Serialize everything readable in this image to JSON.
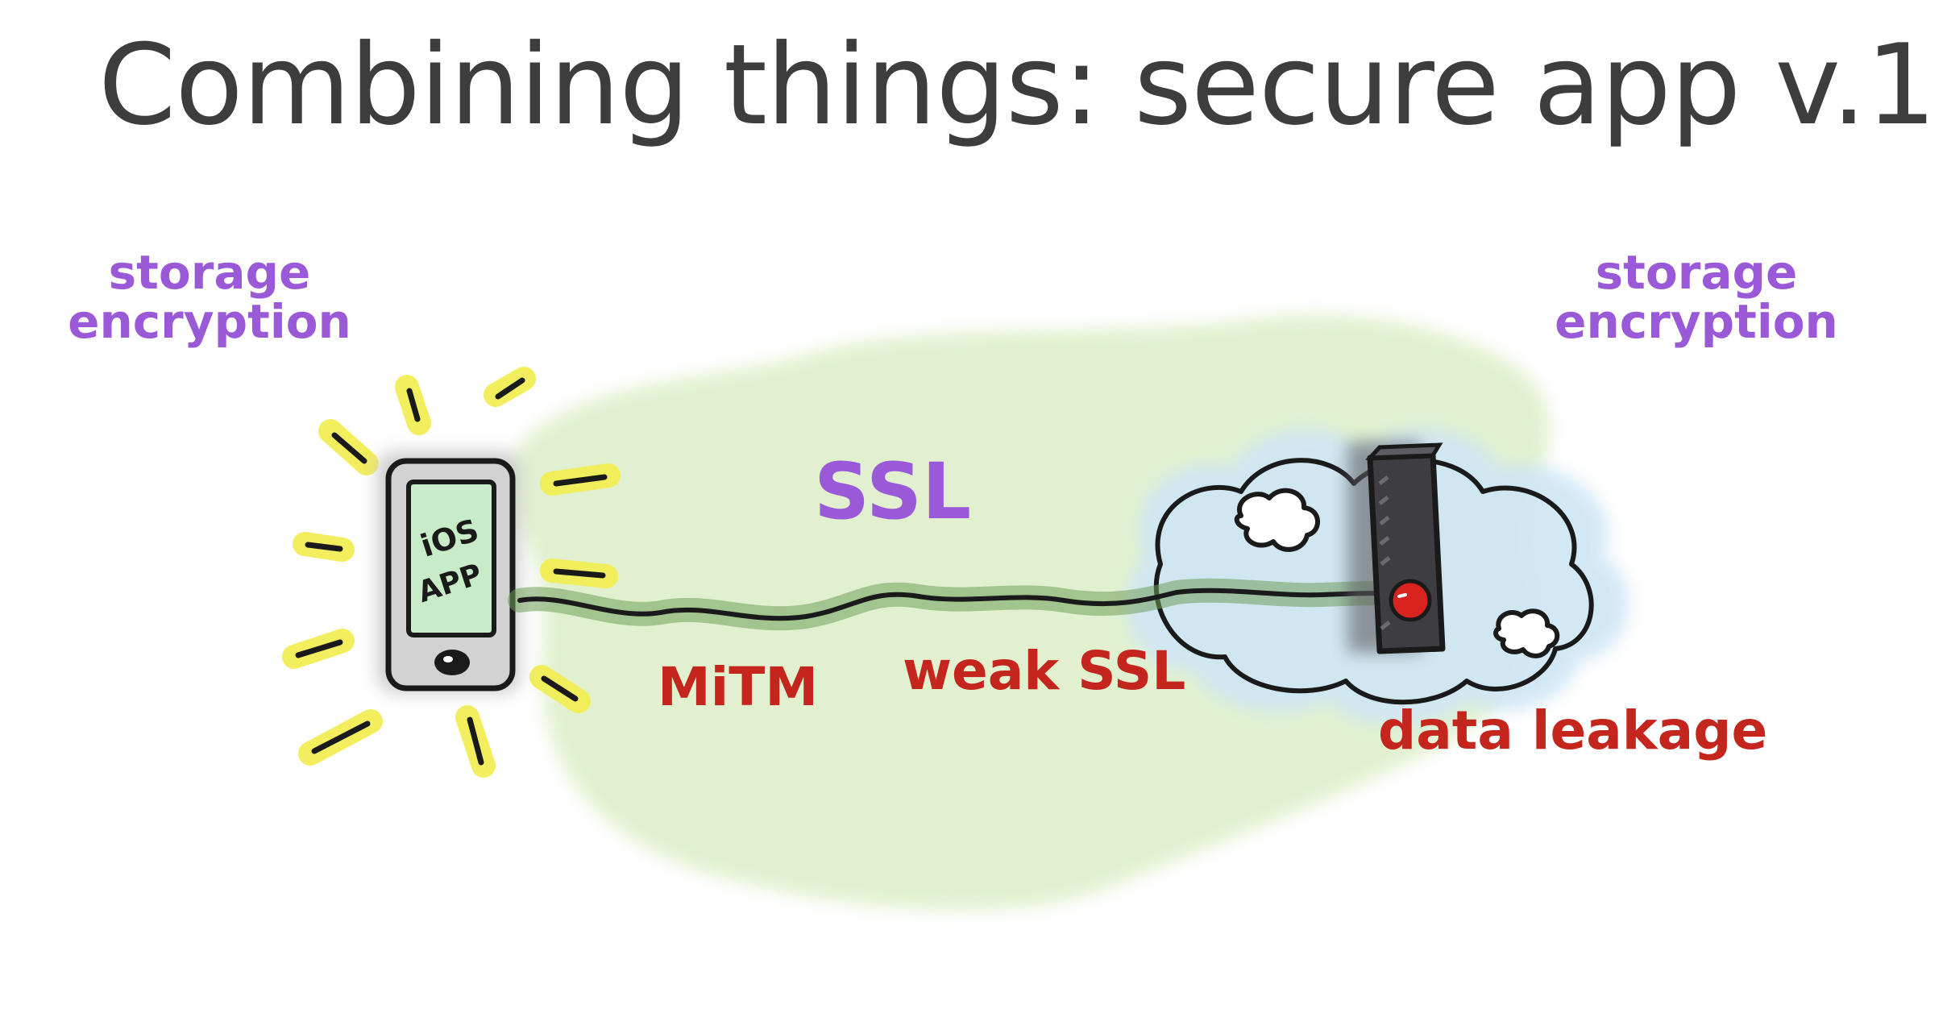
{
  "slide": {
    "title": "Combining things: secure app v.1"
  },
  "labels": {
    "storage_left": [
      "storage",
      "encryption"
    ],
    "storage_right": [
      "storage",
      "encryption"
    ],
    "ssl": "SSL",
    "mitm": "MiTM",
    "weak_ssl": "weak SSL",
    "data_leakage": "data leakage"
  },
  "device": {
    "screen_text": [
      "iOS",
      "APP"
    ]
  },
  "colors": {
    "title": "#3d3d3d",
    "purple_label": "#9a5ad8",
    "red_label": "#c4251c",
    "wash_green": "#dcefc8",
    "cloud_blue": "#cfe6f5",
    "sun_yellow": "#f2ee55",
    "server_dark": "#3e3e42",
    "server_light": "#5b5b61",
    "server_button": "#d8231e"
  },
  "icons": {
    "device": "smartphone-icon",
    "server": "server-icon",
    "cloud": "cloud-icon",
    "connection": "wavy-connection-line"
  }
}
